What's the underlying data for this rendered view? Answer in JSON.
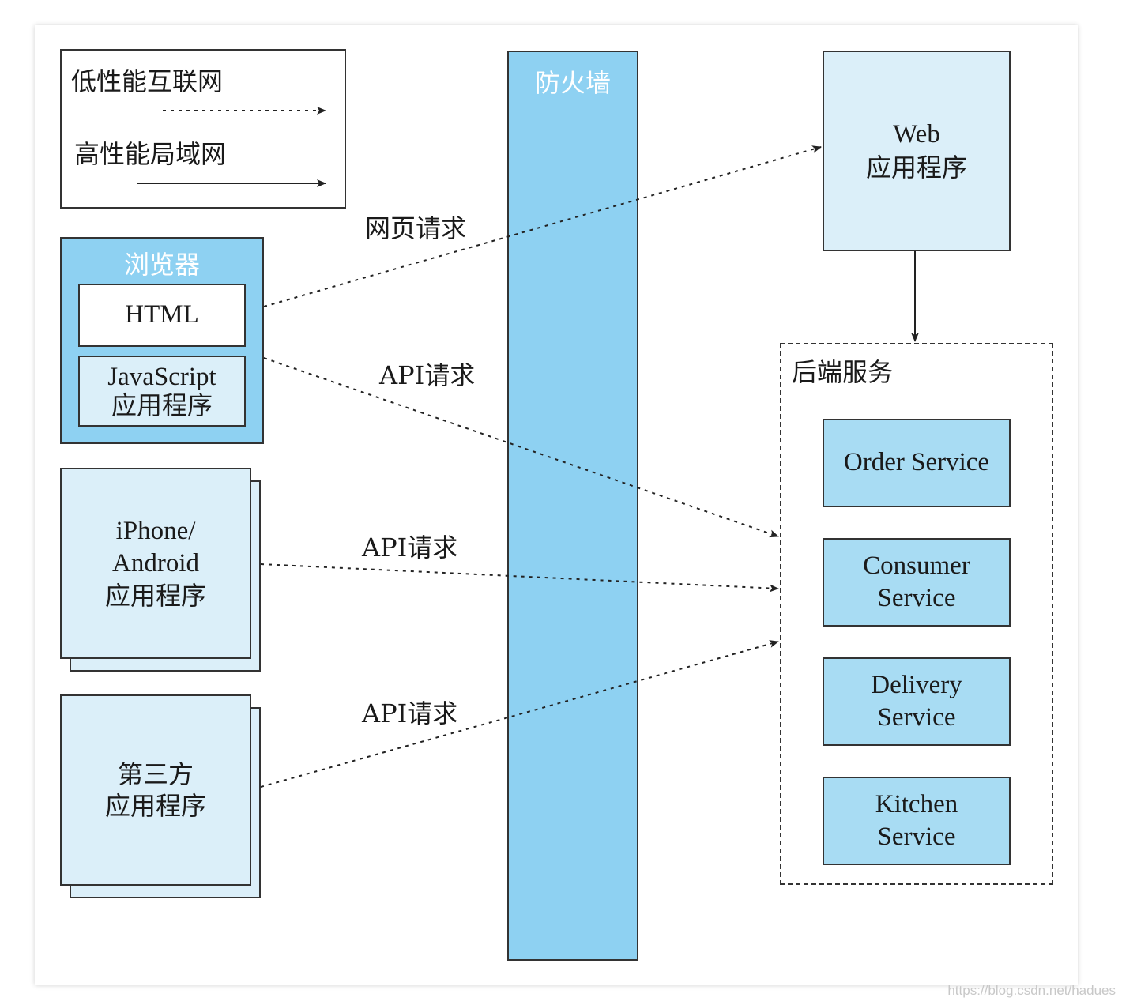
{
  "legend": {
    "low_perf": "低性能互联网",
    "high_perf": "高性能局域网"
  },
  "firewall": {
    "label": "防火墙"
  },
  "browser": {
    "title": "浏览器",
    "html": "HTML",
    "js_line1": "JavaScript",
    "js_line2": "应用程序"
  },
  "mobile": {
    "line1": "iPhone/",
    "line2": "Android",
    "line3": "应用程序"
  },
  "third_party": {
    "line1": "第三方",
    "line2": "应用程序"
  },
  "web_app": {
    "line1": "Web",
    "line2": "应用程序"
  },
  "backend": {
    "title": "后端服务",
    "order": "Order Service",
    "consumer_line1": "Consumer",
    "consumer_line2": "Service",
    "delivery_line1": "Delivery",
    "delivery_line2": "Service",
    "kitchen_line1": "Kitchen",
    "kitchen_line2": "Service"
  },
  "edges": {
    "web_request": "网页请求",
    "api_request_1": "API请求",
    "api_request_2": "API请求",
    "api_request_3": "API请求"
  },
  "watermark": "https://blog.csdn.net/hadues",
  "colors": {
    "firewall": "#8ed1f2",
    "browser_bg": "#8ed1f2",
    "light_box": "#dbeff9",
    "service_box": "#a8dcf3",
    "line": "#222222"
  }
}
